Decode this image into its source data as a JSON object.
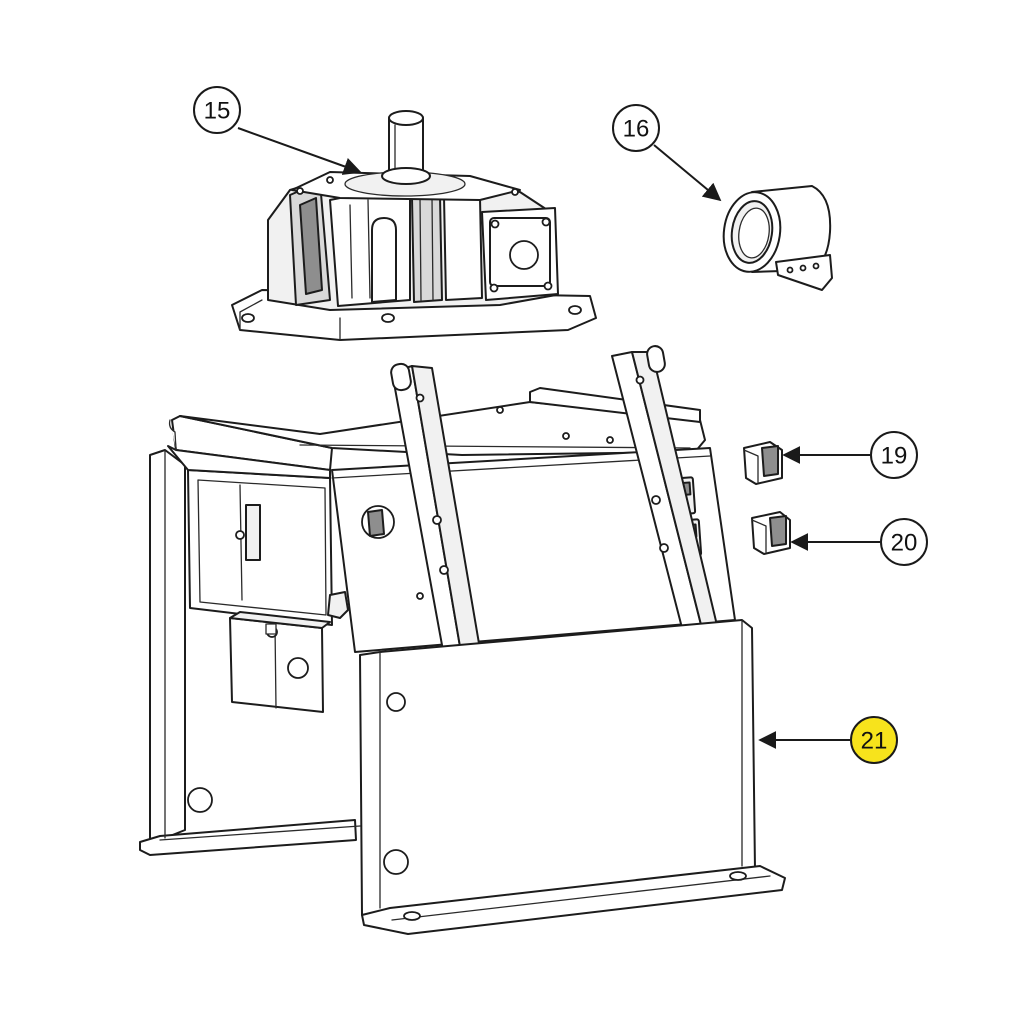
{
  "callouts": [
    {
      "number": "15",
      "highlighted": false
    },
    {
      "number": "16",
      "highlighted": false
    },
    {
      "number": "19",
      "highlighted": false
    },
    {
      "number": "20",
      "highlighted": false
    },
    {
      "number": "21",
      "highlighted": true
    }
  ],
  "colors": {
    "highlight": "#f7e31c",
    "callout_fill": "#ffffff",
    "line": "#1c1c1c",
    "background": "#ffffff"
  }
}
